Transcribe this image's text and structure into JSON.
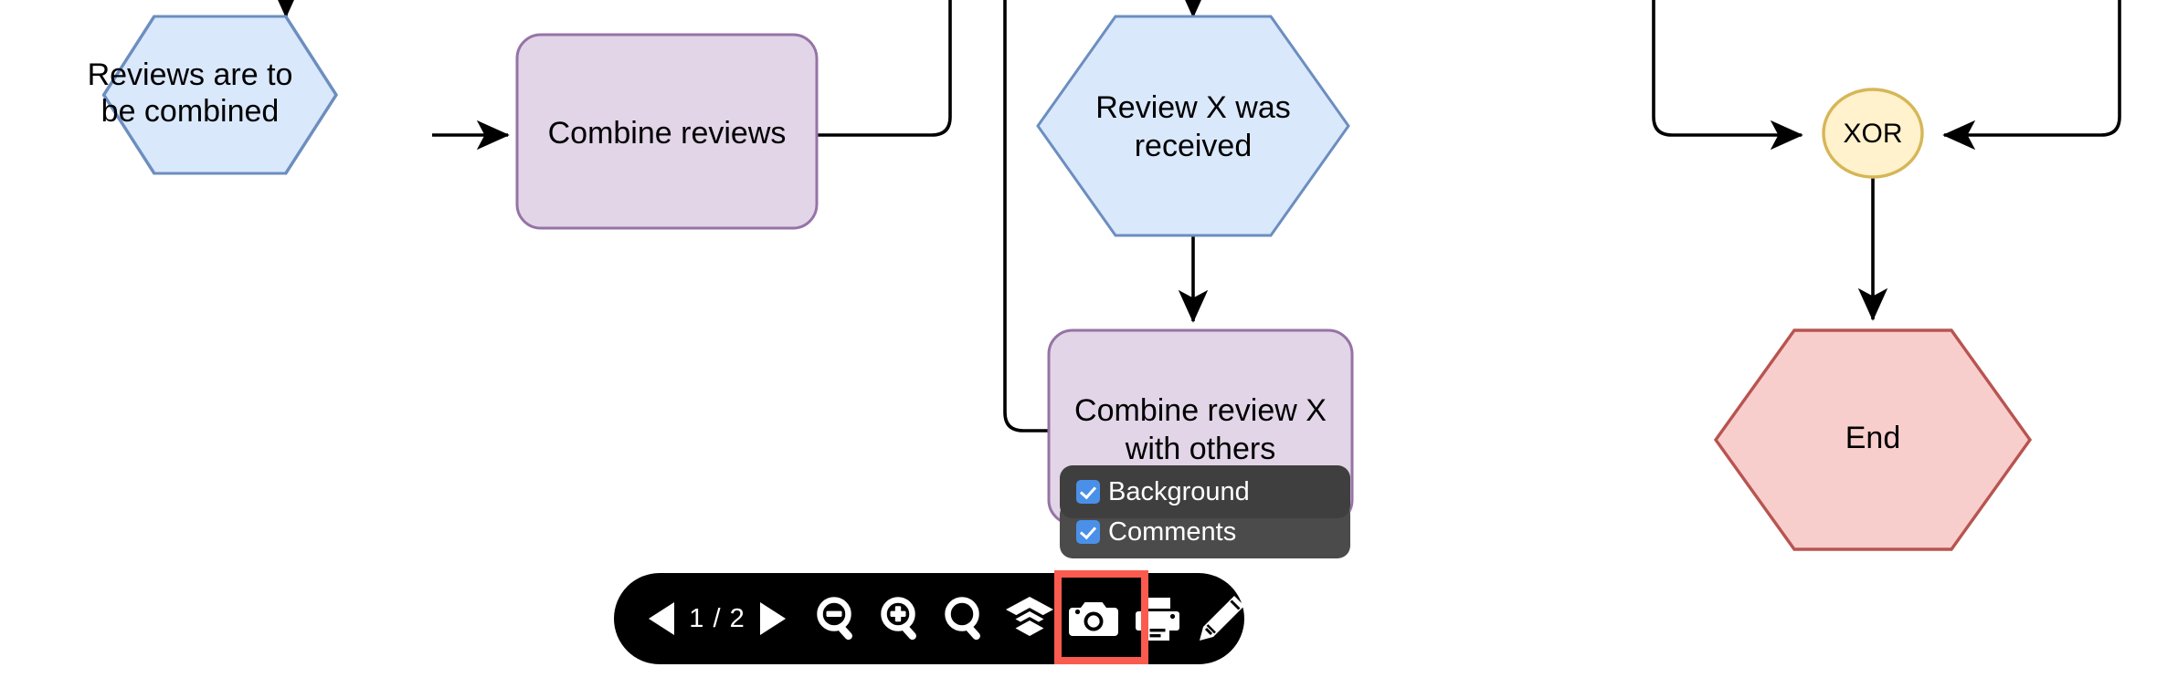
{
  "canvas": {
    "background": "#ffffff"
  },
  "diagram": {
    "type": "flowchart",
    "palette": {
      "event_fill": "#dae8fc",
      "event_stroke": "#6c8ebf",
      "task_fill": "#e1d5e7",
      "task_stroke": "#9673a6",
      "gateway_fill": "#fff2cc",
      "gateway_stroke": "#d6b656",
      "end_fill": "#f8cecc",
      "end_stroke": "#b85450",
      "edge": "#000000"
    },
    "nodes": [
      {
        "id": "reviews-combined",
        "shape": "hexagon",
        "label_lines": [
          "Reviews are to",
          "be combined"
        ],
        "category": "event"
      },
      {
        "id": "combine-reviews",
        "shape": "rounded-rect",
        "label_lines": [
          "Combine reviews"
        ],
        "category": "task"
      },
      {
        "id": "review-x-received",
        "shape": "hexagon",
        "label_lines": [
          "Review X was",
          "received"
        ],
        "category": "event"
      },
      {
        "id": "combine-review-x",
        "shape": "rounded-rect",
        "label_lines": [
          "Combine review X",
          "with others"
        ],
        "category": "task"
      },
      {
        "id": "xor-gateway",
        "shape": "ellipse",
        "label_lines": [
          "XOR"
        ],
        "category": "gateway"
      },
      {
        "id": "end",
        "shape": "hexagon",
        "label_lines": [
          "End"
        ],
        "category": "end"
      }
    ]
  },
  "layers_popup": {
    "items": [
      {
        "label": "Background",
        "checked": true
      },
      {
        "label": "Comments",
        "checked": true
      }
    ]
  },
  "toolbar": {
    "page_indicator": "1 / 2",
    "prev_page": "prev-page",
    "next_page": "next-page",
    "buttons": [
      {
        "name": "zoom-out",
        "icon": "magnifier-minus-icon",
        "active": false
      },
      {
        "name": "zoom-in",
        "icon": "magnifier-plus-icon",
        "active": false
      },
      {
        "name": "zoom-reset",
        "icon": "magnifier-icon",
        "active": false
      },
      {
        "name": "layers",
        "icon": "layers-icon",
        "active": true
      },
      {
        "name": "snapshot",
        "icon": "camera-icon",
        "active": false
      },
      {
        "name": "print",
        "icon": "printer-icon",
        "active": false
      },
      {
        "name": "edit",
        "icon": "pencil-icon",
        "active": false
      }
    ],
    "highlight_color": "#fb5b4e",
    "background": "#000000"
  }
}
